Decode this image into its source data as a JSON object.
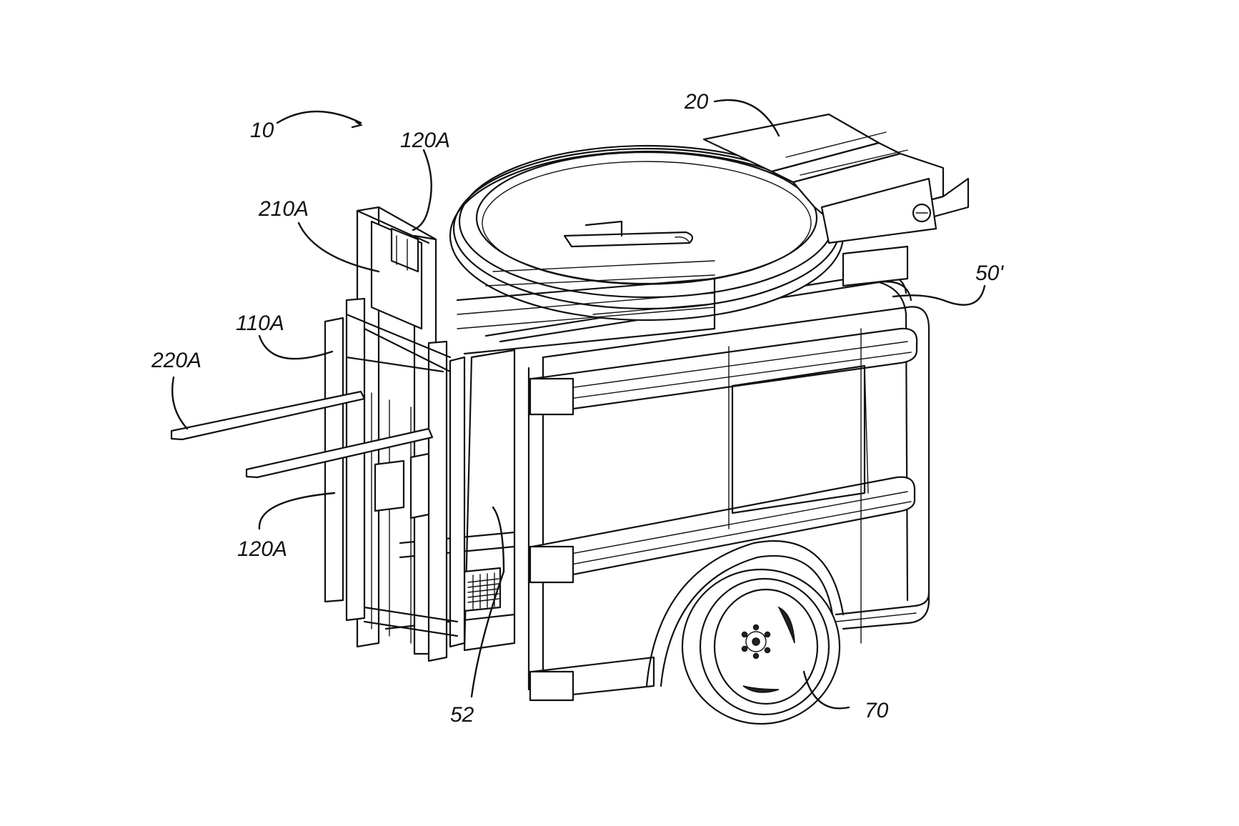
{
  "figure": {
    "labels": {
      "assembly": "10",
      "top_mechanism": "20",
      "mast_top_right": "120A",
      "carriage_plate": "210A",
      "body": "50'",
      "mast_left": "110A",
      "fork": "220A",
      "mast_bottom": "120A",
      "side_panel": "52",
      "wheel": "70"
    }
  }
}
